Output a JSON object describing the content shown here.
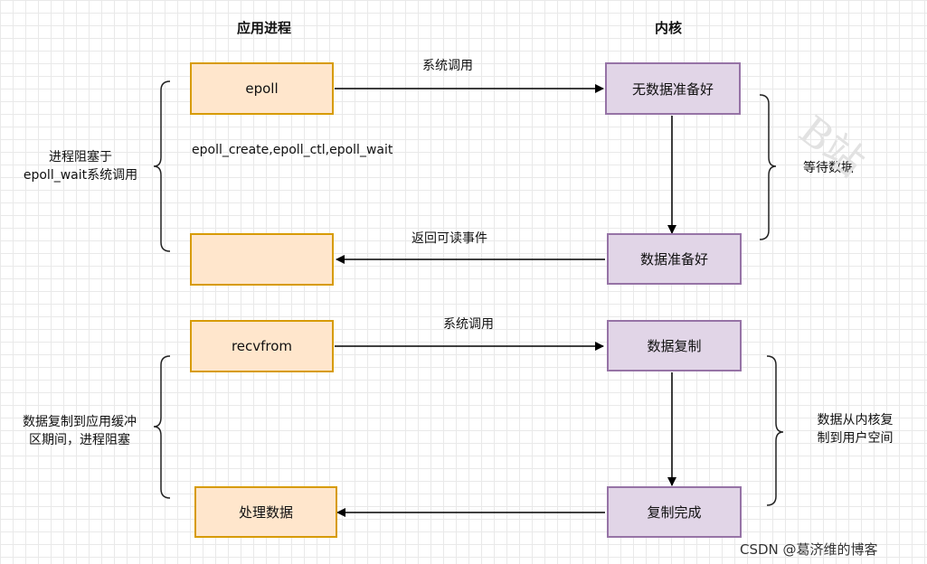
{
  "headers": {
    "app": "应用进程",
    "kernel": "内核"
  },
  "boxes": {
    "epoll": "epoll",
    "blank": "",
    "recvfrom": "recvfrom",
    "process": "处理数据",
    "no_data": "无数据准备好",
    "data_ready": "数据准备好",
    "copy": "数据复制",
    "copy_done": "复制完成"
  },
  "edge_labels": {
    "syscall_1": "系统调用",
    "return_readable": "返回可读事件",
    "syscall_2": "系统调用"
  },
  "notes": {
    "epoll_funcs": "epoll_create,epoll_ctl,epoll_wait",
    "blocked_line1": "进程阻塞于",
    "blocked_line2": "epoll_wait系统调用",
    "wait_data": "等待数据",
    "copy_line1": "数据复制到应用缓冲",
    "copy_line2": "区期间，进程阻塞",
    "kernel_copy_line1": "数据从内核复",
    "kernel_copy_line2": "制到用户空间"
  },
  "watermark": "B站",
  "credit": "CSDN @葛济维的博客",
  "colors": {
    "app_fill": "#ffe6cc",
    "app_border": "#d79b00",
    "kernel_fill": "#e1d5e7",
    "kernel_border": "#9673a6"
  }
}
